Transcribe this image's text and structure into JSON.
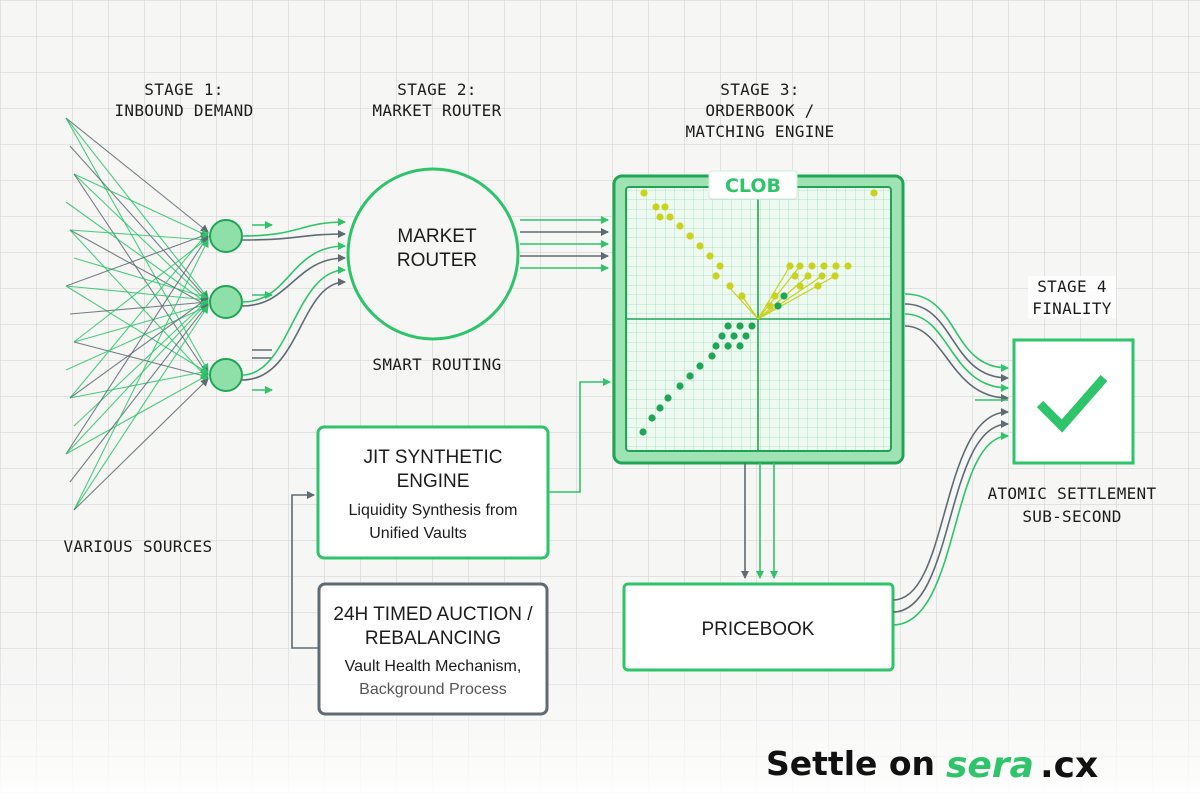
{
  "stages": {
    "stage1": {
      "title": "STAGE 1:",
      "subtitle": "INBOUND DEMAND"
    },
    "stage2": {
      "title": "STAGE 2:",
      "subtitle": "MARKET ROUTER"
    },
    "stage3": {
      "title": "STAGE 3:",
      "line2": "ORDERBOOK /",
      "line3": "MATCHING ENGINE"
    },
    "stage4": {
      "title": "STAGE 4",
      "subtitle": "FINALITY"
    }
  },
  "sources_label": "VARIOUS SOURCES",
  "router": {
    "line1": "MARKET",
    "line2": "ROUTER",
    "caption": "SMART ROUTING"
  },
  "clob": {
    "badge": "CLOB"
  },
  "jit": {
    "title1": "JIT SYNTHETIC",
    "title2": "ENGINE",
    "desc1": "Liquidity Synthesis from",
    "desc2": "Unified Vaults"
  },
  "auction": {
    "title1": "24H TIMED AUCTION /",
    "title2": "REBALANCING",
    "desc1": "Vault Health Mechanism,",
    "desc2": "Background Process"
  },
  "pricebook": {
    "label": "PRICEBOOK"
  },
  "finality": {
    "caption1": "ATOMIC SETTLEMENT",
    "caption2": "SUB-SECOND"
  },
  "brand": {
    "prefix": "Settle on",
    "name": "sera",
    "suffix": ".cx"
  },
  "colors": {
    "green": "#2ec46a",
    "green_dark": "#1fa655",
    "gray": "#5f6b73",
    "dots": "#c9d21c",
    "grid": "#cfcfcf"
  },
  "icons": {
    "finality": "check-icon"
  }
}
